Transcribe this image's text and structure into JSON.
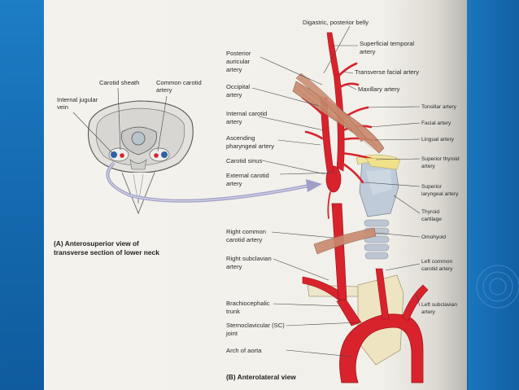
{
  "slide": {
    "colors": {
      "background": "#1670b8",
      "page": "#f4f2ec",
      "artery": "#d8232d",
      "vein": "#2f5fa8",
      "muscle": "#c98a6e",
      "cartilage": "#b8c7d6"
    },
    "captions": {
      "a_line1": "(A) Anterosuperior view of",
      "a_line2": "transverse section of lower neck",
      "b": "(B) Anterolateral view"
    },
    "labels_a": {
      "carotid_sheath": "Carotid sheath",
      "common_carotid_1": "Common carotid",
      "common_carotid_2": "artery",
      "ijv_1": "Internal jugular",
      "ijv_2": "vein"
    },
    "labels_left": {
      "posterior_auricular_1": "Posterior",
      "posterior_auricular_2": "auricular",
      "posterior_auricular_3": "artery",
      "occipital_1": "Occipital",
      "occipital_2": "artery",
      "internal_carotid_1": "Internal carotid",
      "internal_carotid_2": "artery",
      "ascending_pharyngeal_1": "Ascending",
      "ascending_pharyngeal_2": "pharyngeal artery",
      "carotid_sinus": "Carotid sinus",
      "external_carotid_1": "External carotid",
      "external_carotid_2": "artery",
      "right_common_carotid_1": "Right common",
      "right_common_carotid_2": "carotid artery",
      "right_subclavian_1": "Right subclavian",
      "right_subclavian_2": "artery",
      "brachiocephalic_1": "Brachiocephalic",
      "brachiocephalic_2": "trunk",
      "sternoclavicular_1": "Sternoclavicular (SC)",
      "sternoclavicular_2": "joint",
      "arch_of_aorta": "Arch of aorta"
    },
    "labels_right": {
      "digastric": "Digastric, posterior belly",
      "superficial_temporal_1": "Superficial temporal",
      "superficial_temporal_2": "artery",
      "transverse_facial": "Transverse facial artery",
      "maxillary": "Maxillary artery",
      "tonsillar": "Tonsillar artery",
      "facial": "Facial artery",
      "lingual": "Lingual artery",
      "superior_thyroid_1": "Superior thyroid",
      "superior_thyroid_2": "artery",
      "superior_laryngeal_1": "Superior",
      "superior_laryngeal_2": "laryngeal artery",
      "thyroid_cartilage_1": "Thyroid",
      "thyroid_cartilage_2": "cartilage",
      "omohyoid": "Omohyoid",
      "left_common_carotid_1": "Left common",
      "left_common_carotid_2": "carotid artery",
      "left_subclavian_1": "Left subclavian",
      "left_subclavian_2": "artery"
    }
  }
}
